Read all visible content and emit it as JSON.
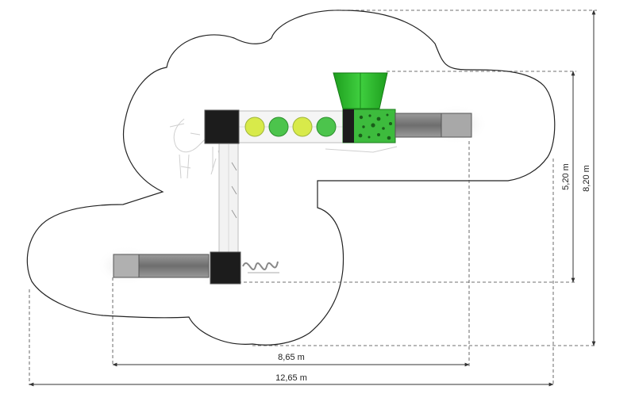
{
  "dimensions": {
    "inner_width": "8,65 m",
    "outer_width": "12,65 m",
    "inner_height": "5,20 m",
    "outer_height": "8,20 m"
  },
  "colors": {
    "zone_outline": "#222222",
    "dim_line": "#333333",
    "accent_green": "#2eb82e",
    "light_green": "#d8ea4a",
    "platform": "#1a1a1a",
    "slide": "#7a7a7a"
  }
}
